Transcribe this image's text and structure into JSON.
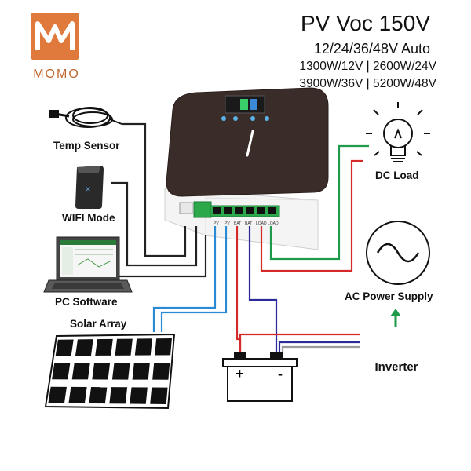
{
  "brand": {
    "name": "MOMO",
    "logo_color": "#e07a3c"
  },
  "specs": {
    "title": "PV Voc 150V",
    "voltage_auto": "12/24/36/48V Auto",
    "power_line_1": "1300W/12V | 2600W/24V",
    "power_line_2": "3900W/36V | 5200W/48V"
  },
  "components": {
    "temp_sensor": "Temp Sensor",
    "wifi_mode": "WIFI Mode",
    "pc_software": "PC Software",
    "solar_array": "Solar Array",
    "dc_load": "DC Load",
    "ac_power_supply": "AC Power Supply",
    "inverter": "Inverter",
    "battery_plus": "+",
    "battery_minus": "-"
  },
  "terminals": [
    "PV",
    "PV",
    "BAT",
    "BAT",
    "LOAD",
    "LOAD"
  ],
  "wire_colors": {
    "black": "#222222",
    "red": "#d42a2a",
    "blue": "#2a8ad4",
    "navy": "#2a2a9a",
    "green": "#1f9a4a",
    "gray": "#888888"
  }
}
